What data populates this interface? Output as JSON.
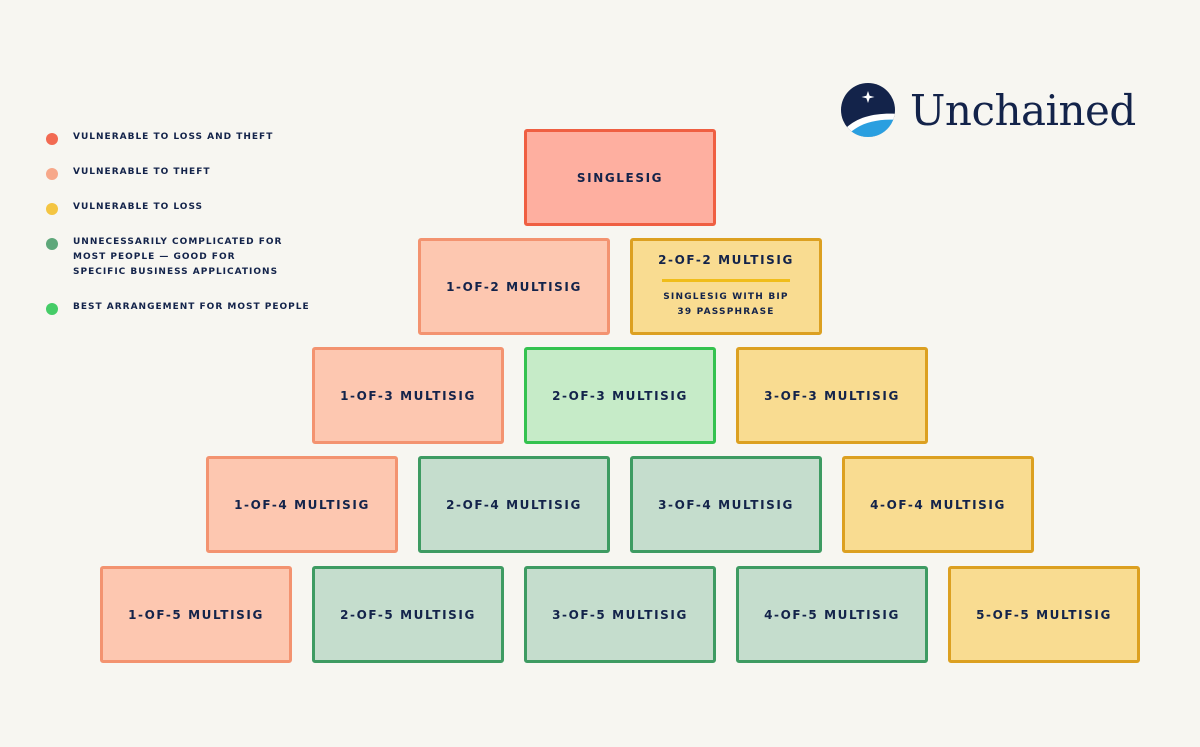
{
  "brand": {
    "name": "Unchained"
  },
  "legend": [
    {
      "label": "VULNERABLE TO LOSS AND THEFT",
      "color": "#f26a52"
    },
    {
      "label": "VULNERABLE TO THEFT",
      "color": "#f7a88a"
    },
    {
      "label": "VULNERABLE TO LOSS",
      "color": "#f4c542"
    },
    {
      "label": "UNNECESSARILY COMPLICATED FOR MOST PEOPLE — GOOD FOR SPECIFIC BUSINESS APPLICATIONS",
      "color": "#5ea77a"
    },
    {
      "label": "BEST ARRANGEMENT FOR MOST PEOPLE",
      "color": "#45cc67"
    }
  ],
  "pyramid": {
    "rows": [
      [
        {
          "label": "SINGLESIG",
          "category": "vulnerable to loss and theft",
          "color": "#ef5f42"
        }
      ],
      [
        {
          "label": "1-OF-2 MULTISIG",
          "category": "vulnerable to theft",
          "color": "#f39370"
        },
        {
          "label": "2-OF-2 MULTISIG",
          "sublabel": "SINGLESIG WITH BIP 39 PASSPHRASE",
          "category": "vulnerable to loss",
          "color": "#dca021"
        }
      ],
      [
        {
          "label": "1-OF-3 MULTISIG",
          "category": "vulnerable to theft",
          "color": "#f39370"
        },
        {
          "label": "2-OF-3 MULTISIG",
          "category": "best arrangement for most people",
          "color": "#34c24f"
        },
        {
          "label": "3-OF-3 MULTISIG",
          "category": "vulnerable to loss",
          "color": "#dca021"
        }
      ],
      [
        {
          "label": "1-OF-4 MULTISIG",
          "category": "vulnerable to theft",
          "color": "#f39370"
        },
        {
          "label": "2-OF-4 MULTISIG",
          "category": "unnecessarily complicated",
          "color": "#3e9b62"
        },
        {
          "label": "3-OF-4 MULTISIG",
          "category": "unnecessarily complicated",
          "color": "#3e9b62"
        },
        {
          "label": "4-OF-4 MULTISIG",
          "category": "vulnerable to loss",
          "color": "#dca021"
        }
      ],
      [
        {
          "label": "1-OF-5 MULTISIG",
          "category": "vulnerable to theft",
          "color": "#f39370"
        },
        {
          "label": "2-OF-5 MULTISIG",
          "category": "unnecessarily complicated",
          "color": "#3e9b62"
        },
        {
          "label": "3-OF-5 MULTISIG",
          "category": "unnecessarily complicated",
          "color": "#3e9b62"
        },
        {
          "label": "4-OF-5 MULTISIG",
          "category": "unnecessarily complicated",
          "color": "#3e9b62"
        },
        {
          "label": "5-OF-5 MULTISIG",
          "category": "vulnerable to loss",
          "color": "#dca021"
        }
      ]
    ]
  }
}
